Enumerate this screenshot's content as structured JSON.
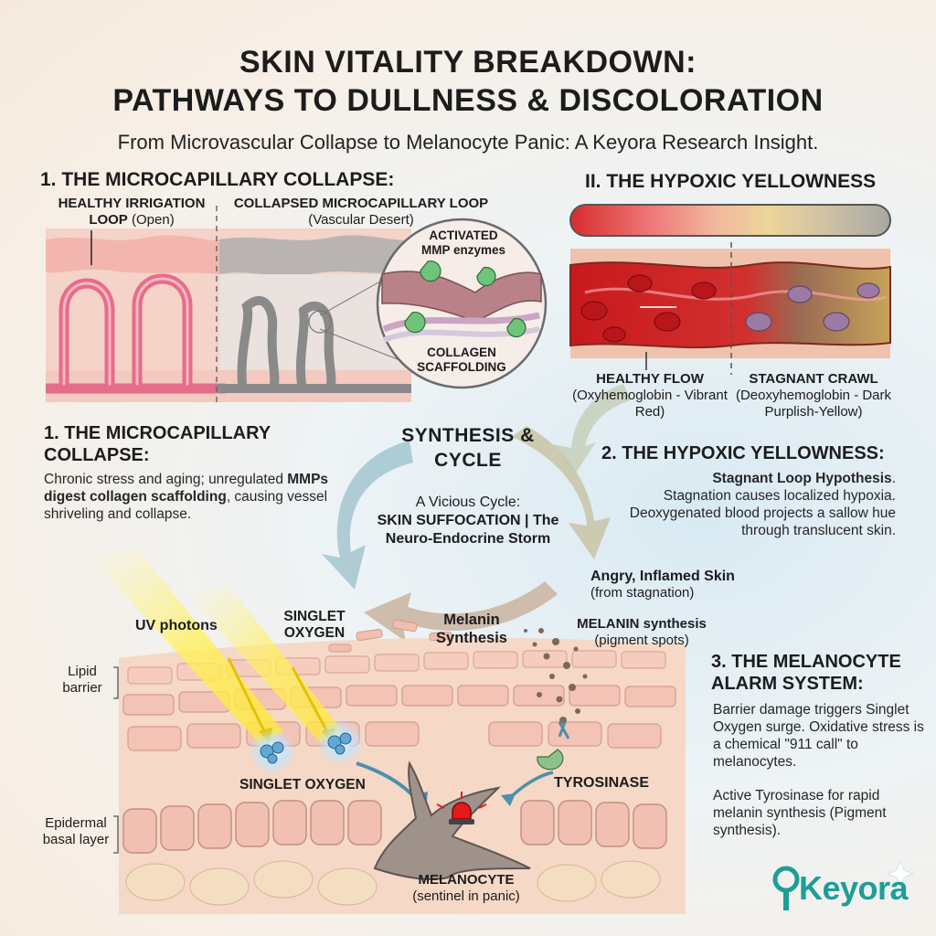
{
  "header": {
    "title_line1": "SKIN VITALITY BREAKDOWN:",
    "title_line2": "PATHWAYS TO DULLNESS & DISCOLORATION",
    "subtitle": "From Microvascular Collapse to Melanocyte Panic: A Keyora Research Insight."
  },
  "section1": {
    "heading_top": "1. THE MICROCAPILLARY COLLAPSE:",
    "healthy_label_bold": "HEALTHY IRRIGATION",
    "healthy_label_bold2": "LOOP",
    "healthy_label_note": "(Open)",
    "collapsed_label": "COLLAPSED MICROCAPILLARY LOOP",
    "collapsed_note": "(Vascular Desert)",
    "mmp_label": "ACTIVATED MMP enzymes",
    "collagen_label": "COLLAGEN SCAFFOLDING",
    "heading": "1. THE MICROCAPILLARY COLLAPSE:",
    "desc_a": "Chronic stress and aging; unregulated",
    "desc_bold": "MMPs digest collagen scaffolding",
    "desc_b": ", causing vessel shriveling and collapse."
  },
  "section2": {
    "heading_top": "II. THE HYPOXIC YELLOWNESS",
    "healthy_flow": "HEALTHY FLOW",
    "healthy_flow_note": "(Oxyhemoglobin - Vibrant Red)",
    "stagnant": "STAGNANT CRAWL",
    "stagnant_note": "(Deoxyhemoglobin - Dark Purplish-Yellow)",
    "heading": "2. THE HYPOXIC YELLOWNESS:",
    "desc_bold": "Stagnant Loop Hypothesis",
    "desc_period": ".",
    "desc_text": "Stagnation causes localized hypoxia. Deoxygenated blood projects a sallow hue through translucent skin."
  },
  "cycle": {
    "title": "SYNTHESIS & CYCLE",
    "caption": "A Vicious Cycle:",
    "bold": "SKIN SUFFOCATION | The Neuro-Endocrine Storm"
  },
  "flow": {
    "inflamed": "Angry, Inflamed Skin",
    "inflamed_note": "(from stagnation)",
    "uv": "UV photons",
    "singlet_top": "SINGLET OXYGEN",
    "melanin_synthesis": "Melanin Synthesis",
    "melanin_pigment": "MELANIN synthesis",
    "melanin_pigment_note": "(pigment spots)"
  },
  "section3": {
    "heading": "3. THE MELANOCYTE ALARM SYSTEM:",
    "desc1": "Barrier damage triggers Singlet Oxygen surge. Oxidative stress is a chemical \"911 call\" to melanocytes.",
    "desc2": "Active Tyrosinase for rapid melanin synthesis (Pigment synthesis).",
    "lipid_barrier": "Lipid barrier",
    "basal_layer": "Epidermal basal layer",
    "singlet_oxygen": "SINGLET OXYGEN",
    "tyrosinase": "TYROSINASE",
    "melanocyte": "MELANOCYTE",
    "melanocyte_note": "(sentinel in panic)"
  },
  "brand": {
    "logo": "Keyora",
    "accent_color": "#1d9e96"
  }
}
